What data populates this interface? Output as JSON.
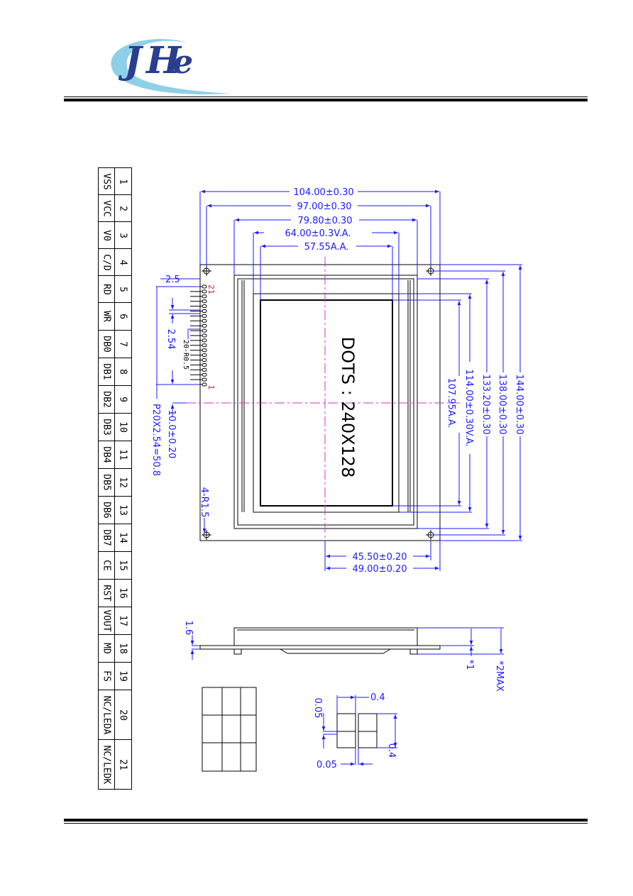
{
  "header": {
    "logo_text": "JHe"
  },
  "pins": [
    {
      "num": "1",
      "name": "VSS"
    },
    {
      "num": "2",
      "name": "VCC"
    },
    {
      "num": "3",
      "name": "V0"
    },
    {
      "num": "4",
      "name": "C/D"
    },
    {
      "num": "5",
      "name": "RD"
    },
    {
      "num": "6",
      "name": "WR"
    },
    {
      "num": "7",
      "name": "DB0"
    },
    {
      "num": "8",
      "name": "DB1"
    },
    {
      "num": "9",
      "name": "DB2"
    },
    {
      "num": "10",
      "name": "DB3"
    },
    {
      "num": "11",
      "name": "DB4"
    },
    {
      "num": "12",
      "name": "DB5"
    },
    {
      "num": "13",
      "name": "DB6"
    },
    {
      "num": "14",
      "name": "DB7"
    },
    {
      "num": "15",
      "name": "CE"
    },
    {
      "num": "16",
      "name": "RST"
    },
    {
      "num": "17",
      "name": "VOUT"
    },
    {
      "num": "18",
      "name": "MD"
    },
    {
      "num": "19",
      "name": "FS"
    },
    {
      "num": "20",
      "name": "NC/LEDA"
    },
    {
      "num": "21",
      "name": "NC/LEDK"
    }
  ],
  "drawing": {
    "dots_label": "DOTS : 240X128",
    "dim_width_total": "104.00±0.30",
    "dim_width_holes": "97.00±0.30",
    "dim_width_bezel": "79.80±0.30",
    "dim_width_va": "64.00±0.3V.A.",
    "dim_width_aa": "57.55A.A.",
    "dim_height_aa": "107.95A.A.",
    "dim_height_va": "114.00±0.30V.A.",
    "dim_height_bezel": "133.20±0.30",
    "dim_height_holes": "138.00±0.30",
    "dim_height_total": "144.00±0.30",
    "dim_center_half": "45.50±0.20",
    "dim_center_full": "49.00±0.20",
    "dim_pin_offset": "2.5",
    "dim_pin_pitch": "2.54",
    "dim_pin_pad": "20-R0.5",
    "dim_pin_span": "P20X2.54=50.8",
    "dim_pin_first": "10.0±0.20",
    "pin_label_first": "21",
    "pin_label_last": "1",
    "corner_radius": "4-R1.5",
    "side_thickness": "1.6",
    "side_note1": "*1",
    "side_note2": "*2MAX",
    "dot_size_a": "0.4",
    "dot_size_b": "0.4",
    "dot_gap_a": "0.05",
    "dot_gap_b": "0.05"
  }
}
